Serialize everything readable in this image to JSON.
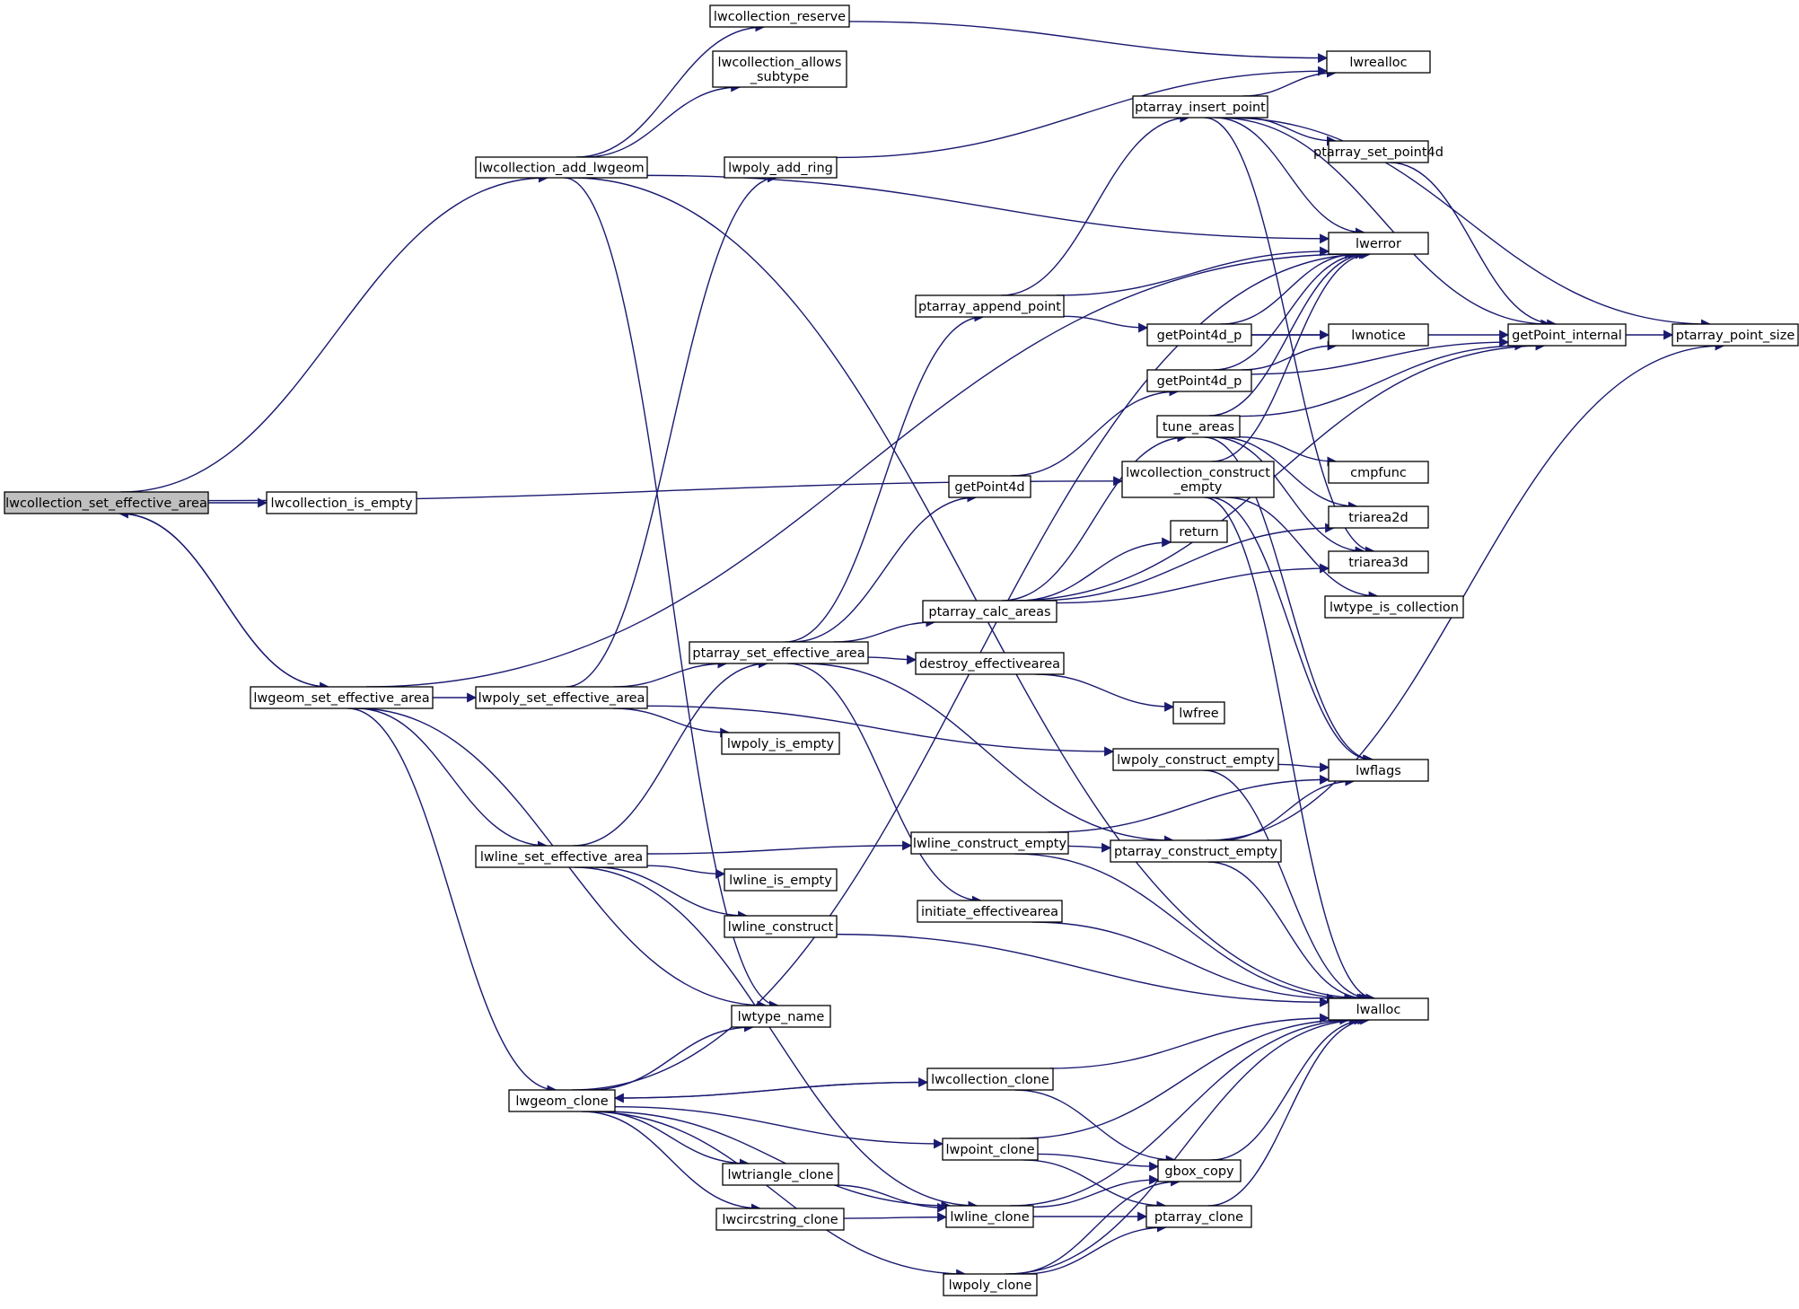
{
  "graph": {
    "direction": "left-to-right",
    "colors": {
      "edge": "#191970",
      "node_fill": "#ffffff",
      "node_border": "#000000",
      "root_fill": "#bfbfbf",
      "highlight_border": "#ff0000"
    },
    "nodes": [
      {
        "id": "lwcollection_set_effective_area",
        "lines": [
          "lwcollection_set_effective_area"
        ],
        "root": true
      },
      {
        "id": "lwcollection_is_empty",
        "lines": [
          "lwcollection_is_empty"
        ]
      },
      {
        "id": "lwcollection_add_lwgeom",
        "lines": [
          "lwcollection_add_lwgeom"
        ]
      },
      {
        "id": "lwgeom_set_effective_area",
        "lines": [
          "lwgeom_set_effective_area"
        ]
      },
      {
        "id": "lwcollection_reserve",
        "lines": [
          "lwcollection_reserve"
        ]
      },
      {
        "id": "lwcollection_allows_subtype",
        "lines": [
          "lwcollection_allows",
          "_subtype"
        ]
      },
      {
        "id": "lwpoly_add_ring",
        "lines": [
          "lwpoly_add_ring"
        ]
      },
      {
        "id": "lwpoly_set_effective_area",
        "lines": [
          "lwpoly_set_effective_area"
        ]
      },
      {
        "id": "lwline_set_effective_area",
        "lines": [
          "lwline_set_effective_area"
        ]
      },
      {
        "id": "lwgeom_clone",
        "lines": [
          "lwgeom_clone"
        ]
      },
      {
        "id": "ptarray_set_effective_area",
        "lines": [
          "ptarray_set_effective_area"
        ]
      },
      {
        "id": "lwpoly_is_empty",
        "lines": [
          "lwpoly_is_empty"
        ]
      },
      {
        "id": "lwline_is_empty",
        "lines": [
          "lwline_is_empty"
        ]
      },
      {
        "id": "lwline_construct",
        "lines": [
          "lwline_construct"
        ]
      },
      {
        "id": "lwtype_name",
        "lines": [
          "lwtype_name"
        ]
      },
      {
        "id": "lwtriangle_clone",
        "lines": [
          "lwtriangle_clone"
        ]
      },
      {
        "id": "lwcircstring_clone",
        "lines": [
          "lwcircstring_clone"
        ]
      },
      {
        "id": "ptarray_append_point",
        "lines": [
          "ptarray_append_point"
        ]
      },
      {
        "id": "getPoint4d",
        "lines": [
          "getPoint4d"
        ]
      },
      {
        "id": "ptarray_calc_areas",
        "lines": [
          "ptarray_calc_areas"
        ]
      },
      {
        "id": "destroy_effectivearea",
        "lines": [
          "destroy_effectivearea"
        ]
      },
      {
        "id": "lwline_construct_empty",
        "lines": [
          "lwline_construct_empty"
        ]
      },
      {
        "id": "initiate_effectivearea",
        "lines": [
          "initiate_effectivearea"
        ]
      },
      {
        "id": "lwcollection_clone",
        "lines": [
          "lwcollection_clone"
        ]
      },
      {
        "id": "lwpoint_clone",
        "lines": [
          "lwpoint_clone"
        ]
      },
      {
        "id": "lwline_clone",
        "lines": [
          "lwline_clone"
        ]
      },
      {
        "id": "lwpoly_clone",
        "lines": [
          "lwpoly_clone"
        ]
      },
      {
        "id": "ptarray_insert_point",
        "lines": [
          "ptarray_insert_point"
        ]
      },
      {
        "id": "getPoint4d_p_1",
        "lines": [
          "getPoint4d_p"
        ]
      },
      {
        "id": "getPoint4d_p_2",
        "lines": [
          "getPoint4d_p"
        ]
      },
      {
        "id": "tune_areas",
        "lines": [
          "tune_areas"
        ],
        "highlight": true
      },
      {
        "id": "lwcollection_construct_empty",
        "lines": [
          "lwcollection_construct",
          "_empty"
        ]
      },
      {
        "id": "return",
        "lines": [
          "return"
        ]
      },
      {
        "id": "lwfree",
        "lines": [
          "lwfree"
        ]
      },
      {
        "id": "lwpoly_construct_empty",
        "lines": [
          "lwpoly_construct_empty"
        ]
      },
      {
        "id": "ptarray_construct_empty",
        "lines": [
          "ptarray_construct_empty"
        ]
      },
      {
        "id": "gbox_copy",
        "lines": [
          "gbox_copy"
        ]
      },
      {
        "id": "ptarray_clone",
        "lines": [
          "ptarray_clone"
        ]
      },
      {
        "id": "lwrealloc",
        "lines": [
          "lwrealloc"
        ]
      },
      {
        "id": "ptarray_set_point4d",
        "lines": [
          "ptarray_set_point4d"
        ]
      },
      {
        "id": "lwerror",
        "lines": [
          "lwerror"
        ]
      },
      {
        "id": "lwnotice",
        "lines": [
          "lwnotice"
        ]
      },
      {
        "id": "cmpfunc",
        "lines": [
          "cmpfunc"
        ]
      },
      {
        "id": "triarea2d",
        "lines": [
          "triarea2d"
        ]
      },
      {
        "id": "triarea3d",
        "lines": [
          "triarea3d"
        ]
      },
      {
        "id": "lwtype_is_collection",
        "lines": [
          "lwtype_is_collection"
        ]
      },
      {
        "id": "lwflags",
        "lines": [
          "lwflags"
        ]
      },
      {
        "id": "lwalloc",
        "lines": [
          "lwalloc"
        ]
      },
      {
        "id": "getPoint_internal",
        "lines": [
          "getPoint_internal"
        ]
      },
      {
        "id": "ptarray_point_size",
        "lines": [
          "ptarray_point_size"
        ]
      }
    ],
    "edges": [
      [
        "lwcollection_set_effective_area",
        "lwcollection_is_empty"
      ],
      [
        "lwcollection_set_effective_area",
        "lwcollection_add_lwgeom"
      ],
      [
        "lwcollection_set_effective_area",
        "lwgeom_set_effective_area"
      ],
      [
        "lwcollection_set_effective_area",
        "lwcollection_construct_empty"
      ],
      [
        "lwcollection_add_lwgeom",
        "lwcollection_reserve"
      ],
      [
        "lwcollection_add_lwgeom",
        "lwcollection_allows_subtype"
      ],
      [
        "lwcollection_add_lwgeom",
        "lwerror"
      ],
      [
        "lwcollection_add_lwgeom",
        "lwtype_name"
      ],
      [
        "lwcollection_add_lwgeom",
        "lwalloc"
      ],
      [
        "lwcollection_reserve",
        "lwrealloc"
      ],
      [
        "lwgeom_set_effective_area",
        "lwcollection_set_effective_area"
      ],
      [
        "lwgeom_set_effective_area",
        "lwpoly_set_effective_area"
      ],
      [
        "lwgeom_set_effective_area",
        "lwline_set_effective_area"
      ],
      [
        "lwgeom_set_effective_area",
        "lwgeom_clone"
      ],
      [
        "lwgeom_set_effective_area",
        "lwtype_name"
      ],
      [
        "lwgeom_set_effective_area",
        "lwerror"
      ],
      [
        "lwpoly_add_ring",
        "lwrealloc"
      ],
      [
        "lwpoly_set_effective_area",
        "lwpoly_add_ring"
      ],
      [
        "lwpoly_set_effective_area",
        "ptarray_set_effective_area"
      ],
      [
        "lwpoly_set_effective_area",
        "lwpoly_is_empty"
      ],
      [
        "lwpoly_set_effective_area",
        "lwpoly_construct_empty"
      ],
      [
        "lwline_set_effective_area",
        "ptarray_set_effective_area"
      ],
      [
        "lwline_set_effective_area",
        "lwline_is_empty"
      ],
      [
        "lwline_set_effective_area",
        "lwline_construct"
      ],
      [
        "lwline_set_effective_area",
        "lwline_construct_empty"
      ],
      [
        "lwline_set_effective_area",
        "lwline_clone"
      ],
      [
        "lwgeom_clone",
        "lwtype_name"
      ],
      [
        "lwgeom_clone",
        "lwcollection_clone"
      ],
      [
        "lwgeom_clone",
        "lwpoint_clone"
      ],
      [
        "lwgeom_clone",
        "lwtriangle_clone"
      ],
      [
        "lwgeom_clone",
        "lwcircstring_clone"
      ],
      [
        "lwgeom_clone",
        "lwline_clone"
      ],
      [
        "lwgeom_clone",
        "lwpoly_clone"
      ],
      [
        "lwgeom_clone",
        "lwerror"
      ],
      [
        "ptarray_set_effective_area",
        "ptarray_append_point"
      ],
      [
        "ptarray_set_effective_area",
        "getPoint4d"
      ],
      [
        "ptarray_set_effective_area",
        "ptarray_calc_areas"
      ],
      [
        "ptarray_set_effective_area",
        "destroy_effectivearea"
      ],
      [
        "ptarray_set_effective_area",
        "initiate_effectivearea"
      ],
      [
        "ptarray_set_effective_area",
        "ptarray_construct_empty"
      ],
      [
        "lwline_construct",
        "lwalloc"
      ],
      [
        "lwtriangle_clone",
        "lwline_clone"
      ],
      [
        "lwcircstring_clone",
        "lwline_clone"
      ],
      [
        "ptarray_append_point",
        "ptarray_insert_point"
      ],
      [
        "ptarray_append_point",
        "getPoint4d_p_1"
      ],
      [
        "ptarray_append_point",
        "lwerror"
      ],
      [
        "getPoint4d",
        "getPoint4d_p_2"
      ],
      [
        "ptarray_calc_areas",
        "tune_areas"
      ],
      [
        "ptarray_calc_areas",
        "return"
      ],
      [
        "ptarray_calc_areas",
        "triarea2d"
      ],
      [
        "ptarray_calc_areas",
        "triarea3d"
      ],
      [
        "ptarray_calc_areas",
        "getPoint_internal"
      ],
      [
        "destroy_effectivearea",
        "lwfree"
      ],
      [
        "lwline_construct_empty",
        "ptarray_construct_empty"
      ],
      [
        "lwline_construct_empty",
        "lwflags"
      ],
      [
        "lwline_construct_empty",
        "lwalloc"
      ],
      [
        "initiate_effectivearea",
        "lwalloc"
      ],
      [
        "lwcollection_clone",
        "lwgeom_clone"
      ],
      [
        "lwcollection_clone",
        "gbox_copy"
      ],
      [
        "lwcollection_clone",
        "lwalloc"
      ],
      [
        "lwpoint_clone",
        "gbox_copy"
      ],
      [
        "lwpoint_clone",
        "ptarray_clone"
      ],
      [
        "lwpoint_clone",
        "lwalloc"
      ],
      [
        "lwline_clone",
        "gbox_copy"
      ],
      [
        "lwline_clone",
        "ptarray_clone"
      ],
      [
        "lwline_clone",
        "lwalloc"
      ],
      [
        "lwpoly_clone",
        "gbox_copy"
      ],
      [
        "lwpoly_clone",
        "ptarray_clone"
      ],
      [
        "lwpoly_clone",
        "lwalloc"
      ],
      [
        "ptarray_insert_point",
        "lwrealloc"
      ],
      [
        "ptarray_insert_point",
        "ptarray_set_point4d"
      ],
      [
        "ptarray_insert_point",
        "lwerror"
      ],
      [
        "ptarray_insert_point",
        "getPoint_internal"
      ],
      [
        "ptarray_insert_point",
        "ptarray_point_size"
      ],
      [
        "ptarray_insert_point",
        "triarea3d"
      ],
      [
        "getPoint4d_p_1",
        "lwerror"
      ],
      [
        "getPoint4d_p_1",
        "lwnotice"
      ],
      [
        "getPoint4d_p_1",
        "getPoint_internal"
      ],
      [
        "getPoint4d_p_2",
        "lwerror"
      ],
      [
        "getPoint4d_p_2",
        "lwnotice"
      ],
      [
        "getPoint4d_p_2",
        "getPoint_internal"
      ],
      [
        "tune_areas",
        "lwerror"
      ],
      [
        "tune_areas",
        "cmpfunc"
      ],
      [
        "tune_areas",
        "triarea2d"
      ],
      [
        "tune_areas",
        "triarea3d"
      ],
      [
        "tune_areas",
        "getPoint_internal"
      ],
      [
        "tune_areas",
        "lwflags"
      ],
      [
        "lwcollection_construct_empty",
        "lwerror"
      ],
      [
        "lwcollection_construct_empty",
        "lwtype_is_collection"
      ],
      [
        "lwcollection_construct_empty",
        "lwflags"
      ],
      [
        "lwcollection_construct_empty",
        "lwalloc"
      ],
      [
        "lwpoly_construct_empty",
        "lwflags"
      ],
      [
        "lwpoly_construct_empty",
        "lwalloc"
      ],
      [
        "ptarray_construct_empty",
        "lwflags"
      ],
      [
        "ptarray_construct_empty",
        "lwalloc"
      ],
      [
        "ptarray_construct_empty",
        "ptarray_point_size"
      ],
      [
        "gbox_copy",
        "lwalloc"
      ],
      [
        "ptarray_clone",
        "lwalloc"
      ],
      [
        "ptarray_set_point4d",
        "getPoint_internal"
      ],
      [
        "getPoint_internal",
        "ptarray_point_size"
      ]
    ]
  }
}
